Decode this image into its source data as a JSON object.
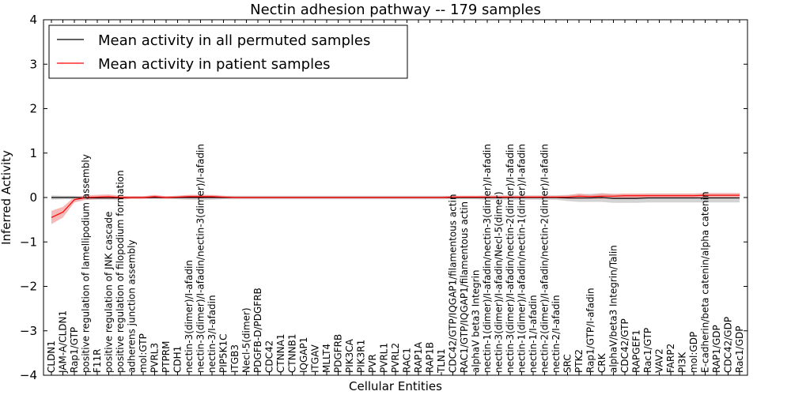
{
  "chart_data": {
    "type": "line",
    "title": "Nectin adhesion pathway -- 179 samples",
    "xlabel": "Cellular Entities",
    "ylabel": "Inferred Activity",
    "ylim": [
      -4,
      4
    ],
    "yticks": [
      -4,
      -3,
      -2,
      -1,
      0,
      1,
      2,
      3,
      4
    ],
    "grid": false,
    "legend_position": "top-left",
    "categories": [
      "CLDN1",
      "JAM-A/CLDN1",
      "Rap1/GTP",
      "positive regulation of lamellipodium assembly",
      "F11R",
      "positive regulation of JNK cascade",
      "positive regulation of filopodium formation",
      "adherens junction assembly",
      "mol:GTP",
      "PVRL3",
      "PTPRM",
      "CDH1",
      "nectin-3(dimer)/I-afadin",
      "nectin-3(dimer)/I-afadin/nectin-3(dimer)/I-afadin",
      "nectin-3/I-afadin",
      "PIP5K1C",
      "ITGB3",
      "Necl-5(dimer)",
      "PDGFB-D/PDGFRB",
      "CDC42",
      "CTNNA1",
      "CTNNB1",
      "IQGAP1",
      "ITGAV",
      "MLLT4",
      "PDGFRB",
      "PIK3CA",
      "PIK3R1",
      "PVR",
      "PVRL1",
      "PVRL2",
      "RAC1",
      "RAP1A",
      "RAP1B",
      "TLN1",
      "CDC42/GTP/IQGAP1/filamentous actin",
      "RAC1/GTP/IQGAP1/filamentous actin",
      "alphaV beta3 Integrin",
      "nectin-1(dimer)/I-afadin/nectin-3(dimer)/I-afadin",
      "nectin-3(dimer)/I-afadin/Necl-5(dimer)",
      "nectin-3(dimer)/I-afadin/nectin-2(dimer)/I-afadin",
      "nectin-1(dimer)/I-afadin/nectin-1(dimer)/I-afadin",
      "nectin-1/I-afadin",
      "nectin-2(dimer)/I-afadin/nectin-2(dimer)/I-afadin",
      "nectin-2/I-afadin",
      "SRC",
      "PTK2",
      "Rap1/GTP/I-afadin",
      "CRK",
      "alphaV/beta3 Integrin/Talin",
      "CDC42/GTP",
      "RAPGEF1",
      "Rac1/GTP",
      "VAV2",
      "FARP2",
      "PI3K",
      "mol:GDP",
      "E-cadherin/beta catenin/alpha catenin",
      "RAP1/GDP",
      "CDC42/GDP",
      "Rac1/GDP"
    ],
    "series": [
      {
        "name": "Mean activity in all permuted samples",
        "color": "#000000",
        "band_color": "#c8c8c8",
        "values": [
          0.0,
          0.0,
          0.0,
          -0.01,
          -0.01,
          -0.01,
          -0.01,
          0.0,
          0.0,
          0.0,
          0.0,
          0.0,
          0.0,
          0.0,
          0.0,
          0.0,
          0.0,
          0.0,
          0.0,
          0.0,
          0.0,
          0.0,
          0.0,
          0.0,
          0.0,
          0.0,
          0.0,
          0.0,
          0.0,
          0.0,
          0.0,
          0.0,
          0.0,
          0.0,
          0.0,
          0.0,
          0.0,
          0.0,
          0.0,
          0.0,
          0.0,
          0.0,
          0.0,
          0.0,
          0.0,
          -0.01,
          -0.01,
          -0.01,
          0.0,
          -0.02,
          -0.02,
          -0.02,
          -0.01,
          -0.01,
          -0.01,
          -0.01,
          -0.01,
          -0.01,
          -0.01,
          -0.01,
          -0.01
        ],
        "band": [
          0.05,
          0.04,
          0.04,
          0.04,
          0.04,
          0.04,
          0.04,
          0.03,
          0.03,
          0.03,
          0.03,
          0.04,
          0.05,
          0.06,
          0.05,
          0.04,
          0.04,
          0.04,
          0.04,
          0.04,
          0.04,
          0.04,
          0.04,
          0.04,
          0.04,
          0.04,
          0.04,
          0.04,
          0.04,
          0.04,
          0.04,
          0.04,
          0.04,
          0.04,
          0.04,
          0.04,
          0.04,
          0.04,
          0.05,
          0.05,
          0.05,
          0.05,
          0.05,
          0.05,
          0.05,
          0.07,
          0.09,
          0.09,
          0.1,
          0.1,
          0.1,
          0.1,
          0.1,
          0.1,
          0.1,
          0.1,
          0.1,
          0.1,
          0.1,
          0.1,
          0.1
        ]
      },
      {
        "name": "Mean activity in patient samples",
        "color": "#ff0000",
        "band_color": "#f4a0a0",
        "values": [
          -0.45,
          -0.33,
          -0.05,
          0.0,
          0.01,
          0.02,
          0.0,
          0.0,
          0.0,
          0.02,
          0.0,
          0.01,
          0.02,
          0.02,
          0.02,
          0.01,
          0.0,
          0.0,
          0.0,
          0.0,
          0.0,
          0.0,
          0.0,
          0.0,
          0.0,
          0.0,
          0.0,
          0.0,
          0.0,
          0.0,
          0.0,
          0.0,
          0.0,
          0.0,
          0.0,
          0.01,
          0.01,
          0.01,
          0.01,
          0.01,
          0.01,
          0.01,
          0.01,
          0.01,
          0.01,
          0.01,
          0.03,
          0.02,
          0.03,
          0.03,
          0.04,
          0.04,
          0.04,
          0.04,
          0.04,
          0.04,
          0.04,
          0.05,
          0.05,
          0.05,
          0.05
        ],
        "band": [
          0.15,
          0.12,
          0.06,
          0.05,
          0.05,
          0.05,
          0.04,
          0.03,
          0.03,
          0.04,
          0.03,
          0.03,
          0.04,
          0.04,
          0.04,
          0.03,
          0.02,
          0.02,
          0.02,
          0.02,
          0.02,
          0.02,
          0.02,
          0.02,
          0.02,
          0.02,
          0.02,
          0.02,
          0.02,
          0.02,
          0.02,
          0.02,
          0.02,
          0.02,
          0.02,
          0.03,
          0.03,
          0.03,
          0.03,
          0.03,
          0.03,
          0.03,
          0.03,
          0.03,
          0.03,
          0.04,
          0.06,
          0.04,
          0.06,
          0.05,
          0.05,
          0.05,
          0.05,
          0.05,
          0.05,
          0.05,
          0.05,
          0.05,
          0.05,
          0.05,
          0.05
        ]
      }
    ]
  }
}
